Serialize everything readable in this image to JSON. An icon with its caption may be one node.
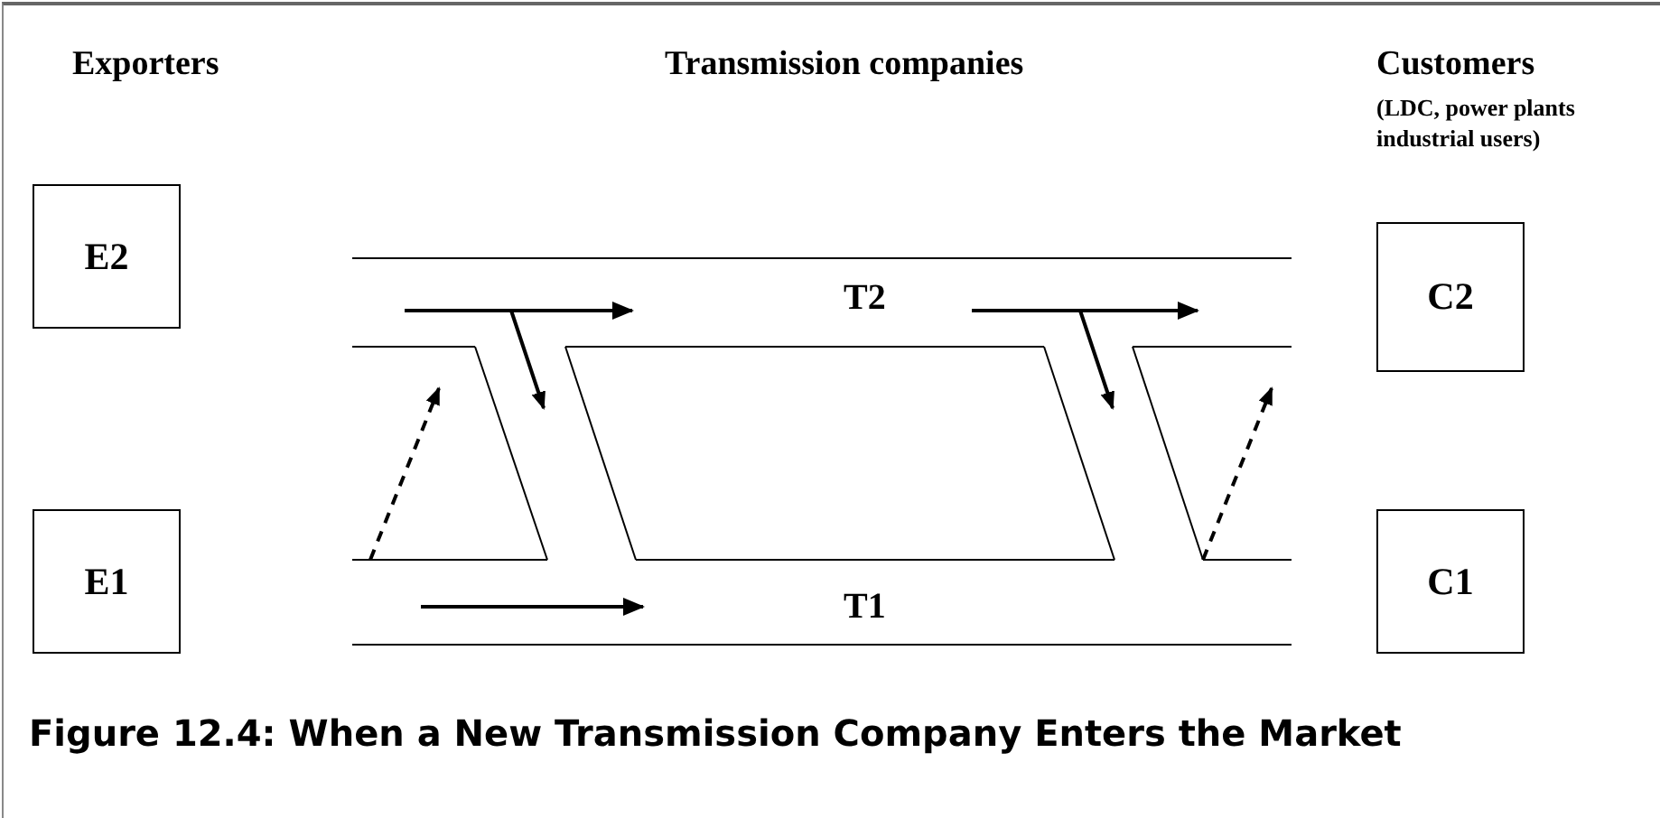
{
  "diagram": {
    "caption": "Figure 12.4: When a New Transmission Company Enters the Market",
    "nodes": [
      {
        "text": [
          "E2"
        ]
      },
      {
        "text": [
          "E1"
        ]
      },
      {
        "text": [
          "T2"
        ]
      },
      {
        "text": [
          "T1"
        ]
      },
      {
        "text": [
          "C2"
        ]
      },
      {
        "text": [
          "C1"
        ]
      }
    ],
    "labels": [
      "Exporters",
      "Transmission companies",
      "Customers",
      "(LDC, power plants industrial users)"
    ]
  }
}
